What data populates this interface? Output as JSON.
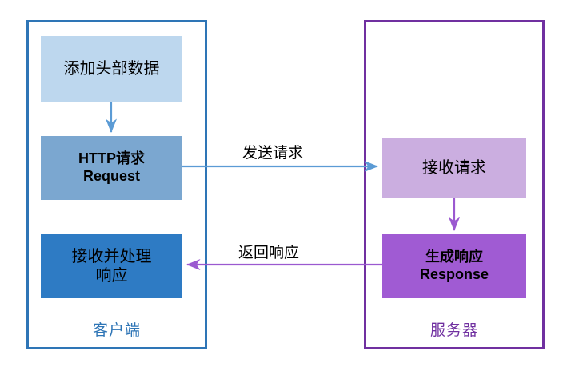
{
  "diagram": {
    "title_present": false,
    "colors": {
      "client_border": "#2E75B6",
      "server_border": "#7030A0",
      "light_blue_box": "#BDD7EE",
      "mid_blue_box": "#7BA7D0",
      "dark_blue_box": "#2E7BC4",
      "light_purple_box": "#CBAEE0",
      "dark_purple_box": "#A05BD3",
      "blue_arrow": "#5B9BD5",
      "purple_arrow": "#9B59D0",
      "canvas_background": "#FFFFFF"
    }
  },
  "client": {
    "caption": "客户端",
    "boxes": {
      "add_header": {
        "line1": "添加头部数据"
      },
      "http_request": {
        "line1": "HTTP请求",
        "line2": "Request"
      },
      "receive_process": {
        "line1": "接收并处理",
        "line2": "响应"
      }
    }
  },
  "server": {
    "caption": "服务器",
    "boxes": {
      "receive_request": {
        "line1": "接收请求"
      },
      "generate_response": {
        "line1": "生成响应",
        "line2": "Response"
      }
    }
  },
  "connectors": {
    "client_internal_down": {
      "label": "",
      "color": "#5B9BD5"
    },
    "send_request": {
      "label": "发送请求",
      "color": "#5B9BD5",
      "direction": "client-to-server"
    },
    "server_internal_down": {
      "label": "",
      "color": "#9B59D0"
    },
    "return_response": {
      "label": "返回响应",
      "color": "#9B59D0",
      "direction": "server-to-client"
    }
  }
}
